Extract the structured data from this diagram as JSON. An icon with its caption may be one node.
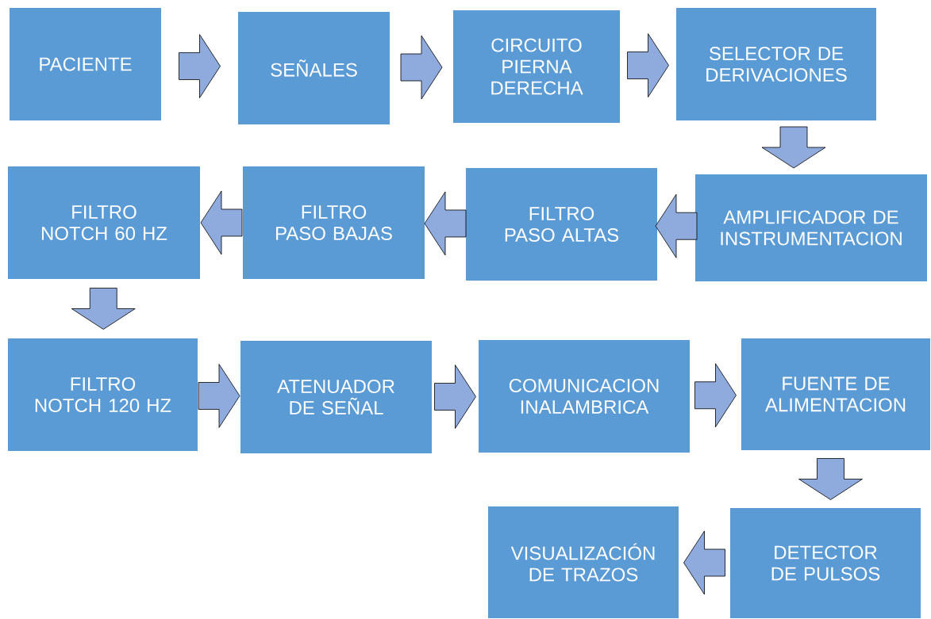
{
  "diagram": {
    "nodes": [
      {
        "text": [
          "PACIENTE"
        ]
      },
      {
        "text": [
          "SEÑALES"
        ]
      },
      {
        "text": [
          "CIRCUITO PIERNA DERECHA"
        ]
      },
      {
        "text": [
          "SELECTOR DE DERIVACIONES"
        ]
      },
      {
        "text": [
          "AMPLIFICADOR DE INSTRUMENTACION"
        ]
      },
      {
        "text": [
          "FILTRO PASO ALTAS"
        ]
      },
      {
        "text": [
          "FILTRO PASO BAJAS"
        ]
      },
      {
        "text": [
          "FILTRO NOTCH 60 HZ"
        ]
      },
      {
        "text": [
          "FILTRO NOTCH 120 HZ"
        ]
      },
      {
        "text": [
          "ATENUADOR DE SEÑAL"
        ]
      },
      {
        "text": [
          "COMUNICACION INALAMBRICA"
        ]
      },
      {
        "text": [
          "FUENTE DE ALIMENTACION"
        ]
      },
      {
        "text": [
          "DETECTOR DE PULSOS"
        ]
      },
      {
        "text": [
          "VISUALIZACIÓN DE TRAZOS"
        ]
      }
    ],
    "edges": [
      {
        "from": 0,
        "to": 1,
        "arrow": "to"
      },
      {
        "from": 1,
        "to": 2,
        "arrow": "to"
      },
      {
        "from": 2,
        "to": 3,
        "arrow": "to"
      },
      {
        "from": 3,
        "to": 4,
        "arrow": "to"
      },
      {
        "from": 4,
        "to": 5,
        "arrow": "to"
      },
      {
        "from": 5,
        "to": 6,
        "arrow": "to"
      },
      {
        "from": 6,
        "to": 7,
        "arrow": "to"
      },
      {
        "from": 7,
        "to": 8,
        "arrow": "to"
      },
      {
        "from": 8,
        "to": 9,
        "arrow": "to"
      },
      {
        "from": 9,
        "to": 10,
        "arrow": "to"
      },
      {
        "from": 10,
        "to": 11,
        "arrow": "to"
      },
      {
        "from": 11,
        "to": 12,
        "arrow": "to"
      },
      {
        "from": 12,
        "to": 13,
        "arrow": "to"
      }
    ]
  }
}
